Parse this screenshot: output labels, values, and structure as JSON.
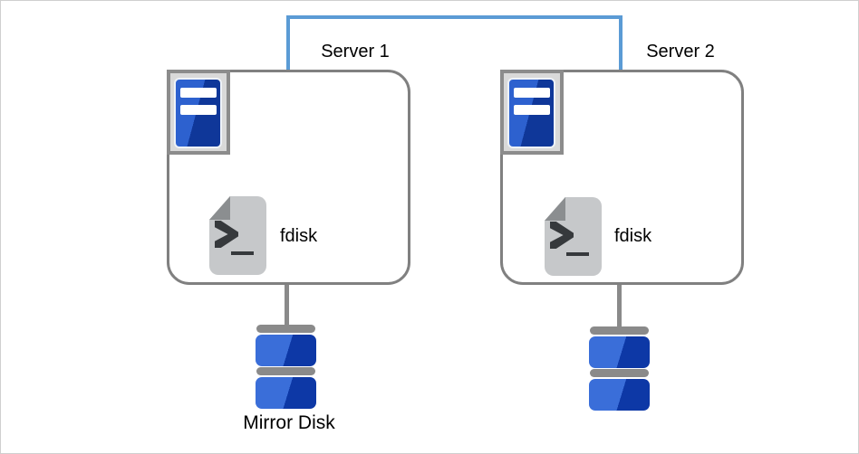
{
  "colors": {
    "canvas_border": "#cfcfcf",
    "connector_blue": "#5b9bd5",
    "box_border_gray": "#808080",
    "frame_border_gray": "#8c8c8c",
    "frame_fill_gray": "#d9d9d9",
    "server_blue_light": "#2d61cf",
    "server_blue_dark": "#0f3799",
    "disk_blue_light": "#3a6ed9",
    "disk_blue_dark": "#0d38a6",
    "hw_gray": "#8a8a8a",
    "doc_body_gray": "#c6c8ca",
    "doc_fold_gray": "#8b8e90",
    "glyph_dark": "#36393c",
    "label_text": "#000000"
  },
  "diagram": {
    "prompt_glyph": ">",
    "servers": [
      {
        "label": "Server 1",
        "tool": "fdisk",
        "icon": "server-tower-icon",
        "tool_icon": "terminal-script-icon",
        "storage_icon": "disk-stack-icon",
        "storage_label": "Mirror Disk"
      },
      {
        "label": "Server 2",
        "tool": "fdisk",
        "icon": "server-tower-icon",
        "tool_icon": "terminal-script-icon",
        "storage_icon": "disk-stack-icon",
        "storage_label": ""
      }
    ]
  }
}
